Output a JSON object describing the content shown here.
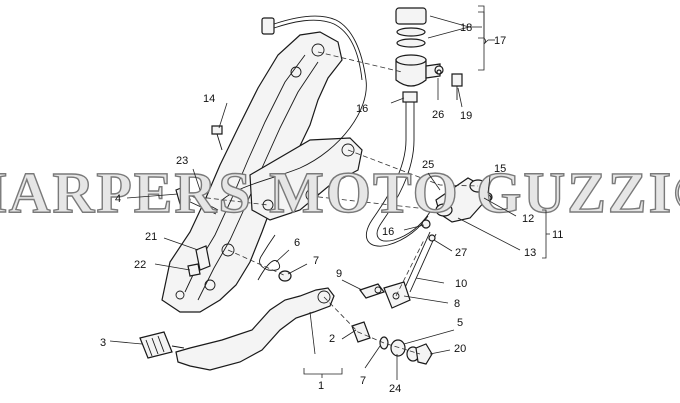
{
  "watermark": "HARPERS MOTO GUZZI©",
  "labels": {
    "p1": "1",
    "p2": "2",
    "p3": "3",
    "p4": "4",
    "p5": "5",
    "p6": "6",
    "p7a": "7",
    "p7b": "7",
    "p8": "8",
    "p9": "9",
    "p10": "10",
    "p11": "11",
    "p12": "12",
    "p13": "13",
    "p14": "14",
    "p15": "15",
    "p16a": "16",
    "p16b": "16",
    "p17": "17",
    "p18": "18",
    "p19": "19",
    "p20": "20",
    "p21": "21",
    "p22": "22",
    "p23": "23",
    "p24": "24",
    "p25": "25",
    "p26": "26",
    "p27": "27"
  }
}
